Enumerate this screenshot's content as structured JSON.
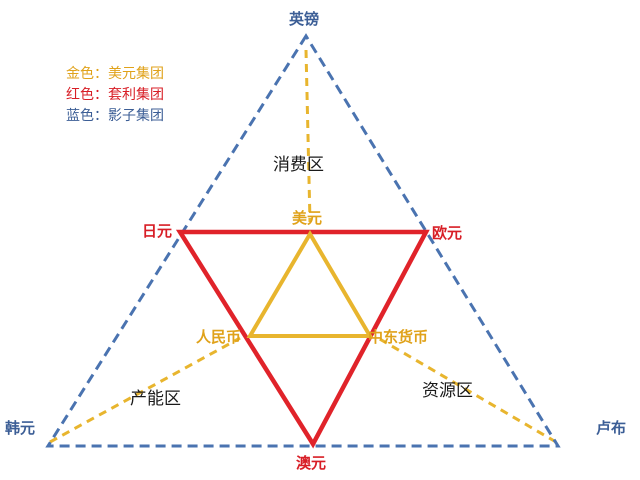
{
  "colors": {
    "gold": "#E8B52E",
    "red": "#E0232A",
    "blue": "#4A73B0",
    "goldText": "#E0A21A",
    "redText": "#D81E26",
    "blueText": "#3C5E96"
  },
  "legend": {
    "gold": "金色：美元集团",
    "red": "红色：套利集团",
    "blue": "蓝色：影子集团"
  },
  "nodes": {
    "gbp": "英镑",
    "krw": "韩元",
    "rub": "卢布",
    "jpy": "日元",
    "eur": "欧元",
    "aud": "澳元",
    "usd": "美元",
    "cny": "人民币",
    "me": "中东货币"
  },
  "zones": {
    "consumption": "消费区",
    "production": "产能区",
    "resources": "资源区"
  }
}
